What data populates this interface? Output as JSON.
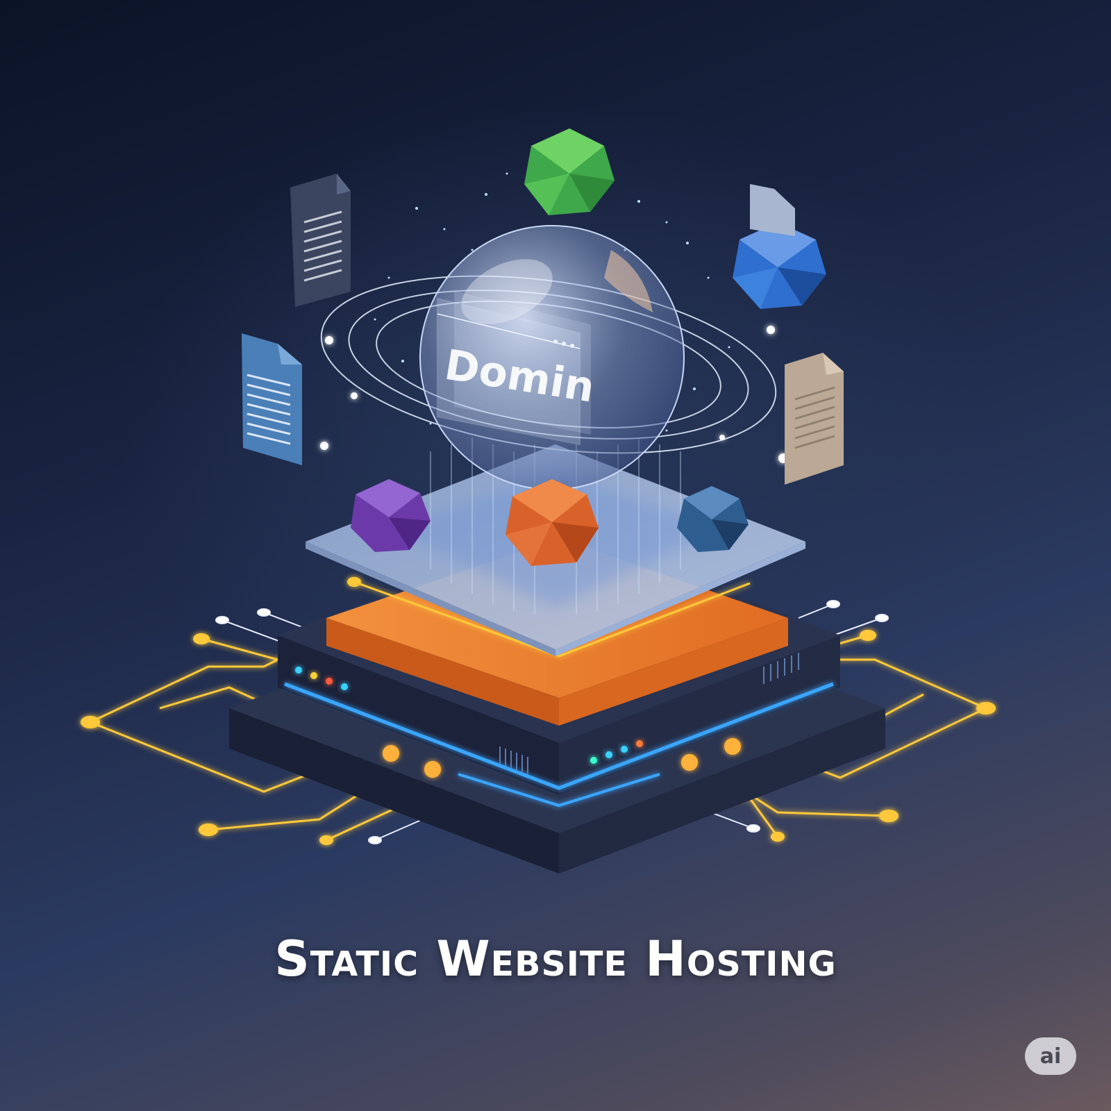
{
  "title": "Static Website Hosting",
  "window_label": "Domin",
  "badge_text": "ai",
  "icons": [
    "document-icon",
    "gem-icon",
    "globe-icon",
    "server-icon",
    "circuit-icon"
  ],
  "colors": {
    "background_top": "#0b1326",
    "background_bottom": "#6a5a5e",
    "circuit_gold": "#ffc93a",
    "neon_blue": "#3aa6ff",
    "slab_orange": "#e9782c",
    "gem_green": "#4fbf4a",
    "gem_blue": "#2f6fcf",
    "gem_purple": "#6b3aa8",
    "gem_orange": "#d9622a",
    "gem_navy": "#2e5d8f",
    "title_text": "#ffffff"
  }
}
